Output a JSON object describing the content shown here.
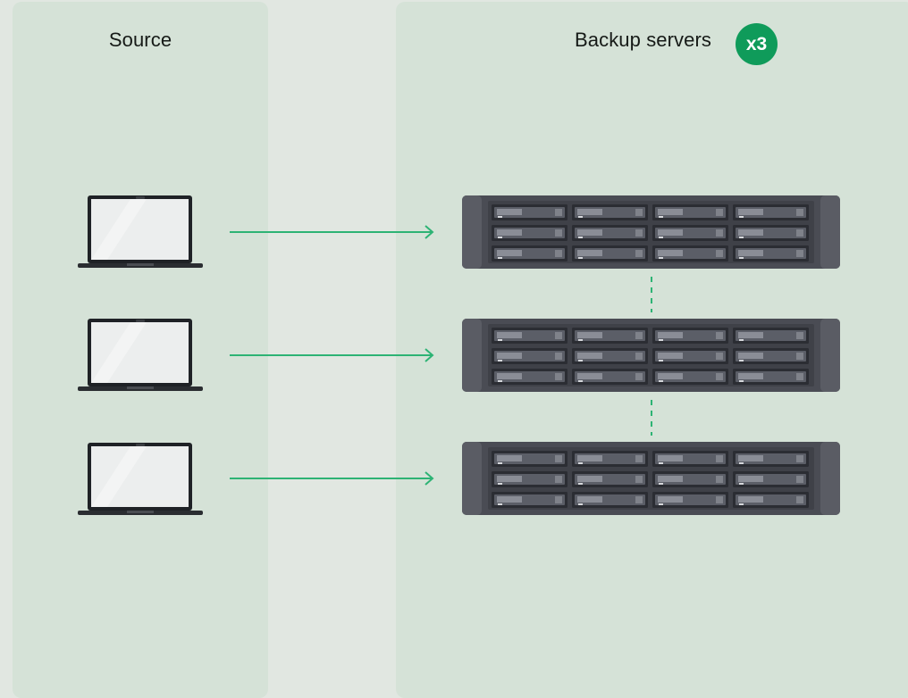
{
  "source_panel": {
    "title": "Source"
  },
  "backup_panel": {
    "title": "Backup servers",
    "badge": "x3"
  },
  "icons": {
    "source_device": "laptop-icon",
    "backup_device": "rack-server-icon",
    "flow": "arrow-right-icon",
    "server_link": "dashed-connector"
  },
  "colors": {
    "background": "#e1e7e1",
    "panel": "#d5e2d7",
    "accent": "#0f9b5a",
    "arrow": "#2db374",
    "server_body": "#4a4c54",
    "laptop_screen": "#eceeee"
  }
}
